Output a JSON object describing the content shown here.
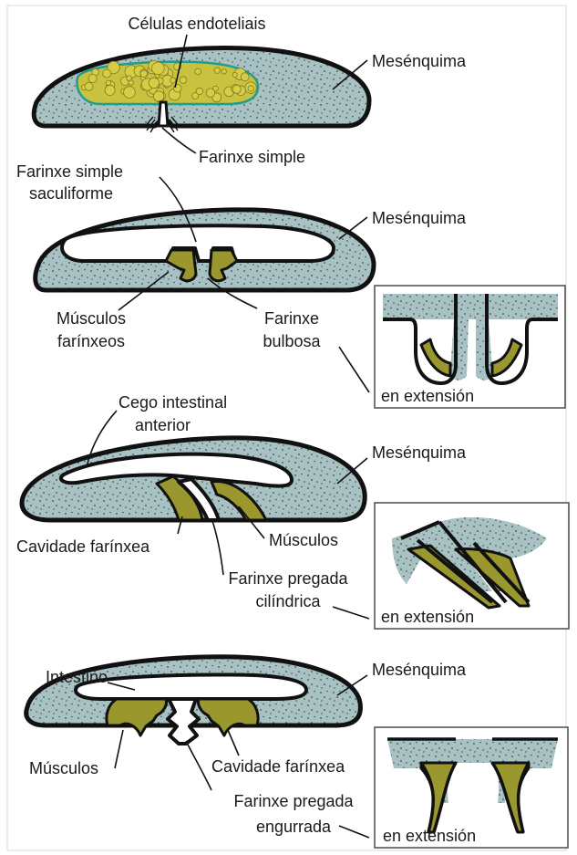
{
  "colors": {
    "mesenchyme": "#a8c2c4",
    "dots": "#3c4a4c",
    "muscle": "#9a972f",
    "outline": "#111111",
    "endothelial_cells": "#c9c23e",
    "endothelial_border": "#1f9d91"
  },
  "panels": [
    {
      "labels": {
        "cells": "Células endoteliais",
        "mesenchyme": "Mesénquima",
        "pharynx": "Farinxe simple"
      }
    },
    {
      "labels": {
        "pharynx_line1": "Farinxe simple",
        "pharynx_line2": "saculiforme",
        "mesenchyme": "Mesénquima",
        "muscles_line1": "Músculos",
        "muscles_line2": "farínxeos",
        "bulbous_line1": "Farinxe",
        "bulbous_line2": "bulbosa",
        "inset": "en extensión"
      }
    },
    {
      "labels": {
        "cecum_line1": "Cego intestinal",
        "cecum_line2": "anterior",
        "mesenchyme": "Mesénquima",
        "cavity": "Cavidade farínxea",
        "muscles": "Músculos",
        "folded_line1": "Farinxe pregada",
        "folded_line2": "cilíndrica",
        "inset": "en extensión"
      }
    },
    {
      "labels": {
        "intestine": "Intestino",
        "mesenchyme": "Mesénquima",
        "muscles": "Músculos",
        "cavity": "Cavidade farínxea",
        "folded_line1": "Farinxe pregada",
        "folded_line2": "engurrada",
        "inset": "en extensión"
      }
    }
  ]
}
